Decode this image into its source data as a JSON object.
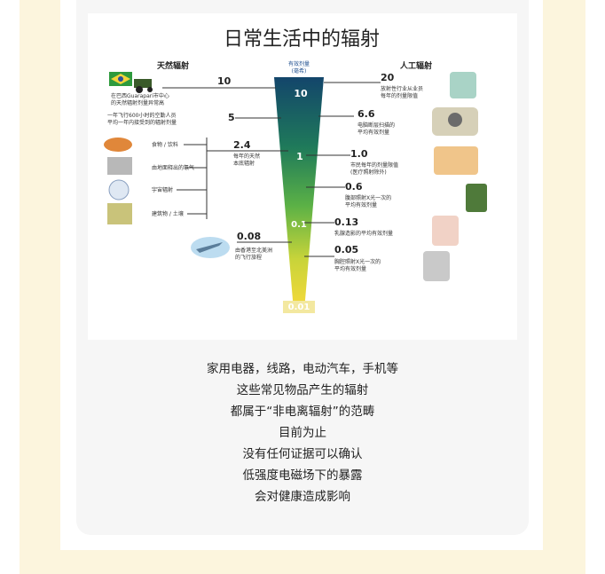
{
  "infographic": {
    "title": "日常生活中的辐射",
    "left_heading": "天然辐射",
    "right_heading": "人工辐射",
    "scale_header_line1": "有效剂量",
    "scale_header_line2": "(毫希)",
    "scale_values": [
      "10",
      "1",
      "0.1",
      "0.01"
    ],
    "left_items": [
      {
        "value": "10",
        "label_line1": "在巴西Guarapari市中心",
        "label_line2": "的天然辐射剂量异常高"
      },
      {
        "value": "5",
        "label_line1": "一年飞行600小时的空勤人员",
        "label_line2": "平均一年内接受到的辐射剂量"
      },
      {
        "value": "2.4",
        "label_line1": "每年的天然",
        "label_line2": "本底辐射"
      },
      {
        "value": "0.08",
        "label_line1": "由香港至北美洲",
        "label_line2": "的飞行旅程"
      }
    ],
    "left_sources": [
      "食物 / 饮料",
      "由地面释出的氡气",
      "宇宙辐射",
      "建筑物 / 土壤"
    ],
    "right_items": [
      {
        "value": "20",
        "label_line1": "放射性行业从业员",
        "label_line2": "每年的剂量限值"
      },
      {
        "value": "6.6",
        "label_line1": "电脑断层扫描的",
        "label_line2": "平均有效剂量"
      },
      {
        "value": "1.0",
        "label_line1": "市民每年的剂量限值",
        "label_line2": "(医疗照射除外)"
      },
      {
        "value": "0.6",
        "label_line1": "腹部照射X光一次的",
        "label_line2": "平均有效剂量"
      },
      {
        "value": "0.13",
        "label_line1": "乳腺造影的平均有效剂量",
        "label_line2": ""
      },
      {
        "value": "0.05",
        "label_line1": "胸腔照射X光一次的",
        "label_line2": "平均有效剂量"
      }
    ]
  },
  "caption": {
    "lines": [
      "家用电器，线路，电动汽车，手机等",
      "这些常见物品产生的辐射",
      "都属于“非电离辐射”的范畴",
      "目前为止",
      "没有任何证据可以确认",
      "低强度电磁场下的暴露",
      "会对健康造成影响"
    ]
  },
  "colors": {
    "frame": "#fcf5dd",
    "cone_top": "#13456b",
    "cone_mid": "#5bb146",
    "cone_bottom": "#f7d93a"
  }
}
